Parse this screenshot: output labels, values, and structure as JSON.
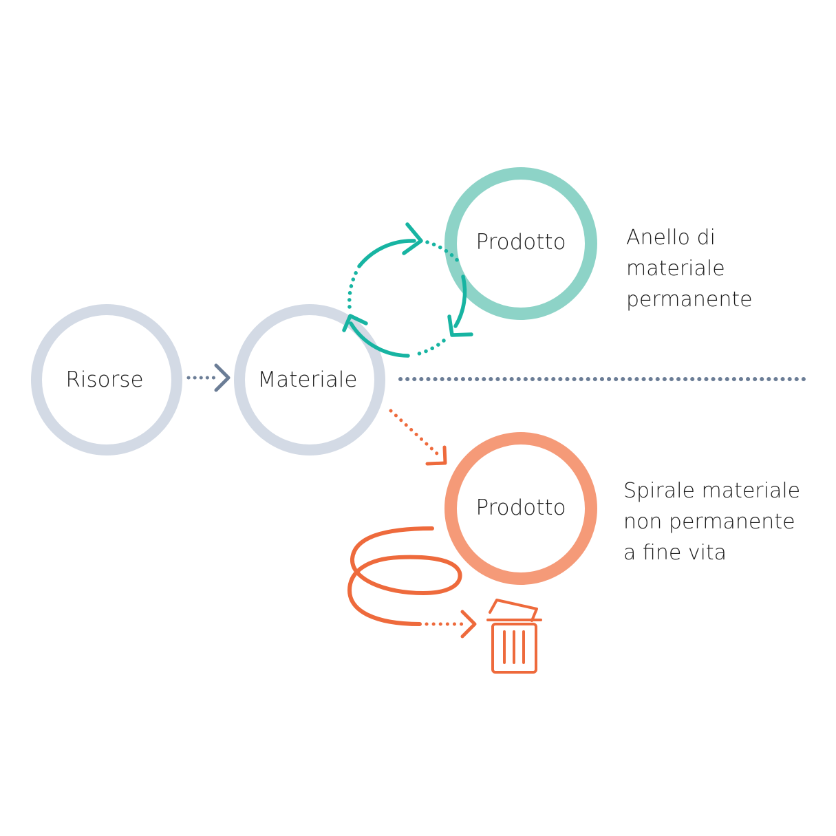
{
  "nodes": {
    "resources": "Risorse",
    "material": "Materiale",
    "product_loop": "Prodotto",
    "product_spiral": "Prodotto"
  },
  "captions": {
    "loop": [
      "Anello di",
      "materiale",
      "permanente"
    ],
    "spiral": [
      "Spirale materiale",
      "non permanente",
      "a fine vita"
    ]
  },
  "colors": {
    "neutral_ring": "#d3dae5",
    "dots_gray": "#6b7d96",
    "teal_ring": "#8dd3c7",
    "teal_arrow": "#17b4a2",
    "orange_ring": "#f59a78",
    "orange_arrow": "#ee6a3c"
  },
  "icons": {
    "trash": "trash-icon"
  }
}
